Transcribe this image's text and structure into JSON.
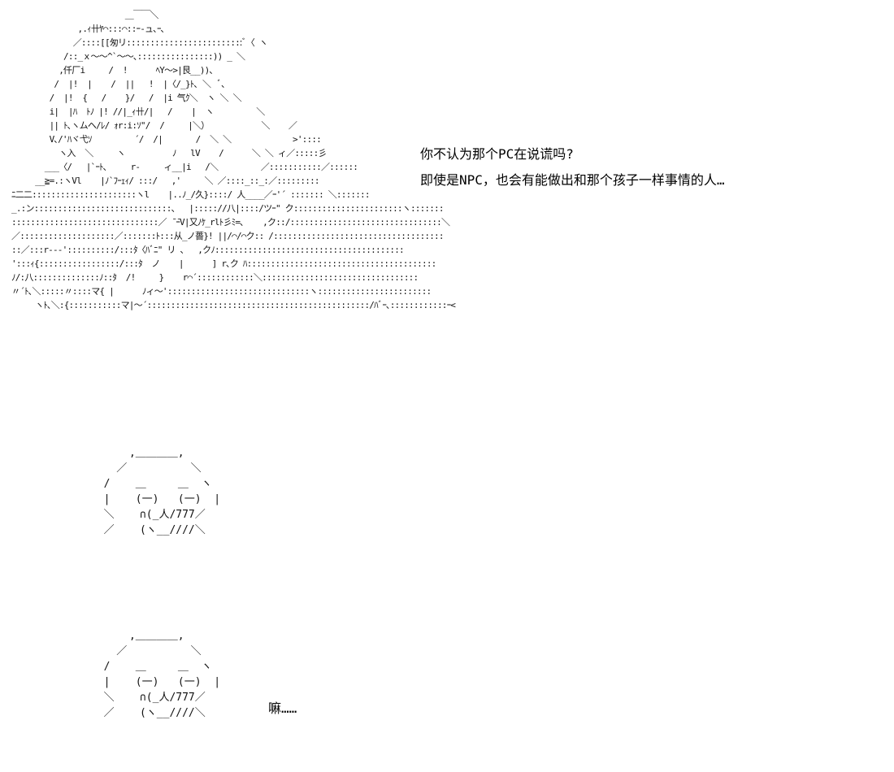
{
  "ascii_art": {
    "girl": [
      "                        ＿￣￣＼",
      "              ,.ｨ卄ﾔ⌒:::⌒::ｰ-ュ､ｰ､",
      "             ／::::[[匆リ:::::::::::::::::::::::::ﾞ〈 ヽ",
      "           /::_ｘ～～^`～～､::::::::::::::::)) _ ＼",
      "          ,仟厂i     /  !      ﾍY～>|艮__))､",
      "         /  |!  |    /  ||   !  |〈/_}ﾄ､ ＼  ﾞ､",
      "        /  |!  {   /    }/   /  |i 气ｸ＼  ヽ ＼ ＼",
      "        i|  |ﾊ  ﾄﾉ |! //|_ｨ卄/|   /    |  ヽ         ＼",
      "        || ﾄ､ヽムヘ/ﾚ/ ｫr:i:ｿ\"/  /     |＼）           ＼    ／",
      "        V､/'ﾊヾ弋ｿ         ´/  /|       /  ＼ ＼             >'::::",
      "          ヽ入  ＼     ヽ          ﾉ   lV    /      ＼ ＼ ィ／:::::彡",
      "       ___〈/   |`ｰﾄ､     r‐     ィ__|i   /＼         ／:::::::::::／::::::",
      "     __≧=.:ヽVl    |ﾉ`ﾌｰｪｨ/ :::/   ,'     ＼ ／::::_::_:／:::::::::",
      "ﾆ二二::::::::::::::::::::::ヽl    |..ﾉ_/久}::::/ 人____／ｰ'´ ::::::: ＼:::::::",
      "_.:ン:::::::::::::::::::::::::::::、  |::::://八|::::/ツｰ\" ク:::::::::::::::::::::::ヽ:::::::",
      ":::::::::::::::::::::::::::::::／ ̄ ̄ｰV|又ﾉｹ_rlﾄ彡ﾐ=､    ,ク::/::::::::::::::::::::::::::::::::＼",
      "／::::::::::::::::::::／:::::::ﾄ:::从_ノ薔}! ||/⌒/⌒ク:: /::::::::::::::::::::::::::::::::::::",
      "::／:::r‐‐‐'::::::::::/:::ﾀ〈ﾊﾞﾆ\" リ 、  ,クﾉ::::::::::::::::::::::::::::::::::::::::",
      "':::ｨ{:::::::::::::::::/:::ﾀ  ノ    |      ] r､ク ﾊ::::::::::::::::::::::::::::::::::::::::",
      "ﾉ/:八::::::::::::::ﾉ::ﾀ  /!     }    r⌒´::::::::::::＼:::::::::::::::::::::::::::::::::",
      "〃´ﾄ､＼:::::〃::::マ{ |      ﾉィ～'::::::::::::::::::::::::::::::ヽ::::::::::::::::::::::::",
      "     ヽﾄ､＼:{:::::::::::マ|～´:::::::::::::::::::::::::::::::::::::::::::::::/ﾊﾞｰ､::::::::::::ｰ<"
    ],
    "face_1": [
      "      ,＿＿＿＿,",
      "    ／          ＼",
      "  /    ＿     ＿  ヽ",
      "  |    (一)   (一)  |",
      "  ＼    ∩(_人/777／",
      "  ／    (ヽ__////＼"
    ],
    "face_2": [
      "      ,＿＿＿＿,",
      "    ／          ＼",
      "  /    ＿     ＿  ヽ",
      "  |    (一)   (一)  |",
      "  ＼    ∩(_人/777／",
      "  ／    (ヽ__////＼"
    ]
  },
  "dialogue": {
    "line_1": "你不认为那个PC在说谎吗?",
    "line_2": "即使是NPC，也会有能做出和那个孩子一样事情的人…"
  },
  "reply": {
    "text": "嘛……"
  }
}
